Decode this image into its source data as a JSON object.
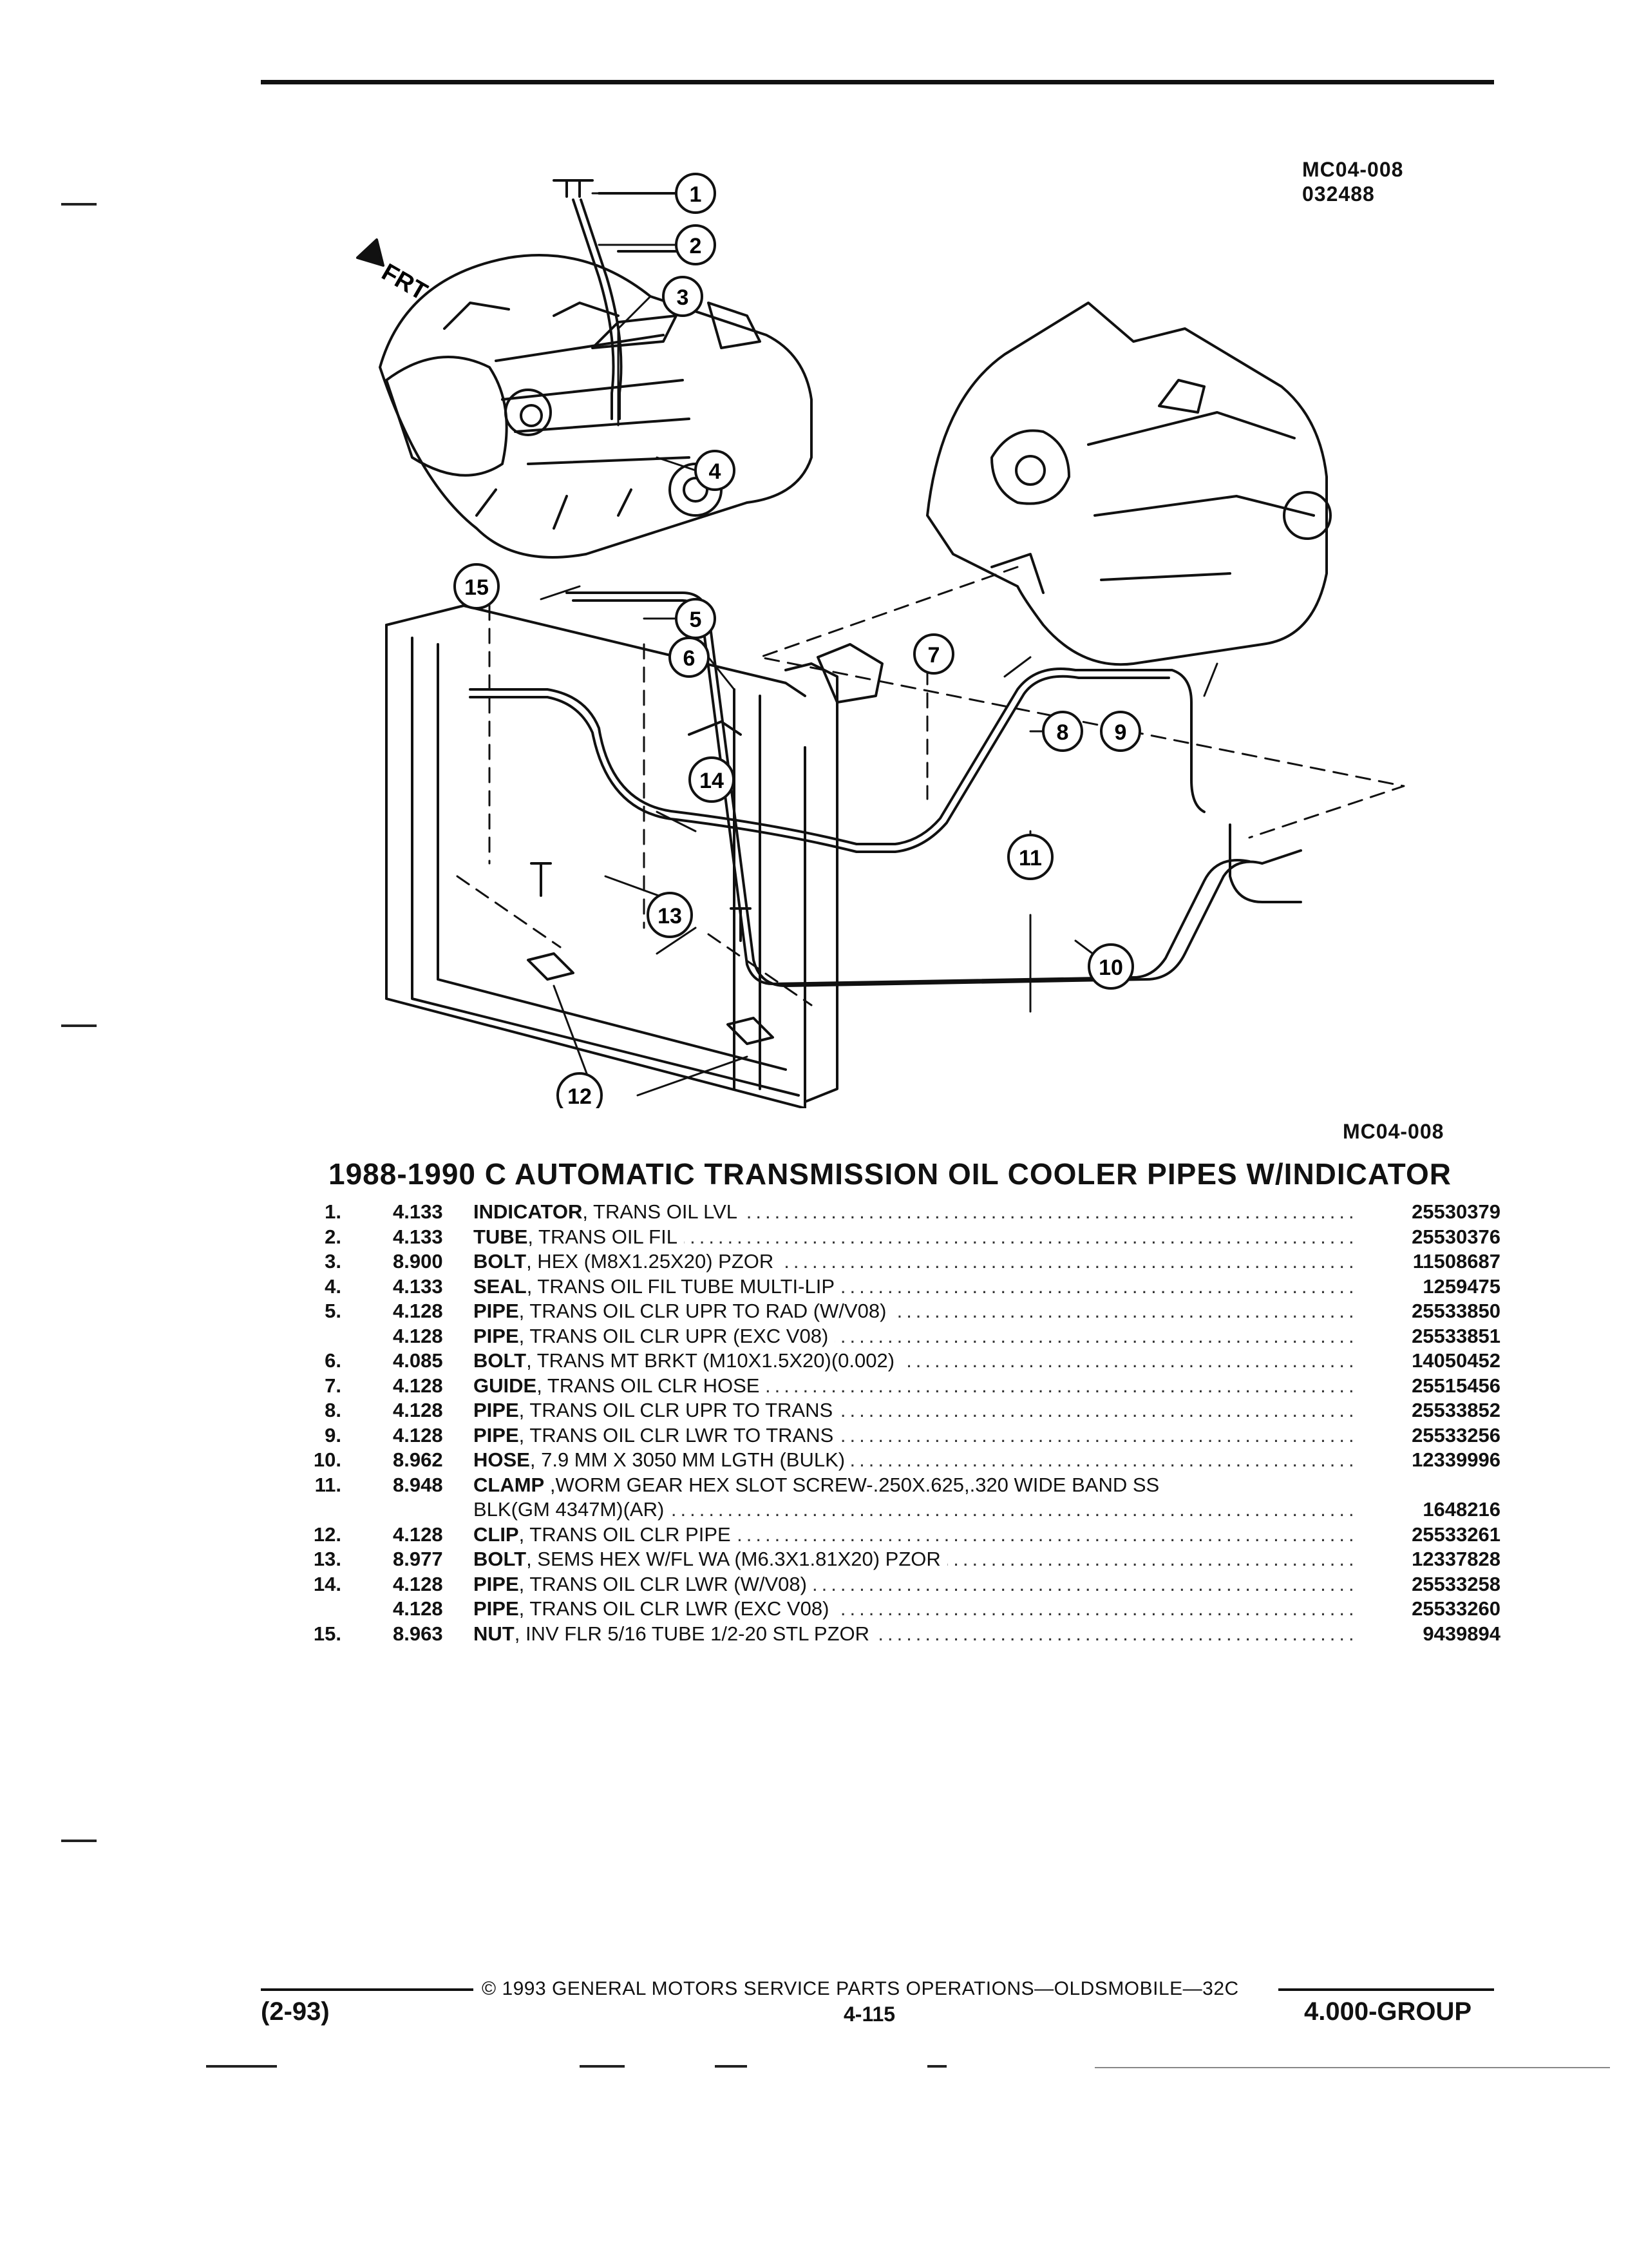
{
  "ref_codes": [
    "MC04-008",
    "032488"
  ],
  "diagram": {
    "front_label": "FRT",
    "callouts": [
      "1",
      "2",
      "3",
      "4",
      "5",
      "6",
      "7",
      "8",
      "9",
      "10",
      "11",
      "12",
      "13",
      "14",
      "15"
    ]
  },
  "figure_code": "MC04-008",
  "title": "1988-1990 C AUTOMATIC TRANSMISSION OIL COOLER PIPES W/INDICATOR",
  "parts": [
    {
      "num": "1.",
      "code": "4.133",
      "name": "INDICATOR",
      "desc": ", TRANS OIL LVL",
      "part": "25530379"
    },
    {
      "num": "2.",
      "code": "4.133",
      "name": "TUBE",
      "desc": ", TRANS OIL FIL",
      "part": "25530376"
    },
    {
      "num": "3.",
      "code": "8.900",
      "name": "BOLT",
      "desc": ", HEX (M8X1.25X20) PZOR",
      "part": "11508687"
    },
    {
      "num": "4.",
      "code": "4.133",
      "name": "SEAL",
      "desc": ", TRANS OIL FIL TUBE MULTI-LIP",
      "part": "1259475"
    },
    {
      "num": "5.",
      "code": "4.128",
      "name": "PIPE",
      "desc": ", TRANS OIL CLR UPR TO RAD (W/V08)",
      "part": "25533850"
    },
    {
      "num": "",
      "code": "4.128",
      "name": "PIPE",
      "desc": ", TRANS OIL CLR UPR (EXC V08)",
      "part": "25533851"
    },
    {
      "num": "6.",
      "code": "4.085",
      "name": "BOLT",
      "desc": ", TRANS MT BRKT (M10X1.5X20)(0.002)",
      "part": "14050452"
    },
    {
      "num": "7.",
      "code": "4.128",
      "name": "GUIDE",
      "desc": ", TRANS OIL CLR HOSE",
      "part": "25515456"
    },
    {
      "num": "8.",
      "code": "4.128",
      "name": "PIPE",
      "desc": ", TRANS OIL CLR UPR TO TRANS",
      "part": "25533852"
    },
    {
      "num": "9.",
      "code": "4.128",
      "name": "PIPE",
      "desc": ", TRANS OIL CLR LWR TO TRANS",
      "part": "25533256"
    },
    {
      "num": "10.",
      "code": "8.962",
      "name": "HOSE",
      "desc": ", 7.9 MM X 3050 MM LGTH (BULK)",
      "part": "12339996"
    },
    {
      "num": "11.",
      "code": "8.948",
      "name": "CLAMP",
      "desc": " ,WORM GEAR HEX SLOT SCREW-.250X.625,.320 WIDE BAND SS",
      "part": ""
    },
    {
      "num": "",
      "code": "",
      "name": "",
      "desc": "BLK(GM 4347M)(AR)",
      "part": "1648216"
    },
    {
      "num": "12.",
      "code": "4.128",
      "name": "CLIP",
      "desc": ", TRANS OIL CLR PIPE",
      "part": "25533261"
    },
    {
      "num": "13.",
      "code": "8.977",
      "name": "BOLT",
      "desc": ", SEMS HEX W/FL WA (M6.3X1.81X20) PZOR",
      "part": "12337828"
    },
    {
      "num": "14.",
      "code": "4.128",
      "name": "PIPE",
      "desc": ", TRANS OIL CLR LWR (W/V08)",
      "part": "25533258"
    },
    {
      "num": "",
      "code": "4.128",
      "name": "PIPE",
      "desc": ", TRANS OIL CLR LWR (EXC V08)",
      "part": "25533260"
    },
    {
      "num": "15.",
      "code": "8.963",
      "name": "NUT",
      "desc": ", INV FLR 5/16 TUBE 1/2-20 STL PZOR",
      "part": "9439894"
    }
  ],
  "footer": {
    "copyright": "© 1993 GENERAL MOTORS SERVICE PARTS OPERATIONS—OLDSMOBILE—32C",
    "date": "(2-93)",
    "page": "4-115",
    "group": "4.000-GROUP"
  }
}
